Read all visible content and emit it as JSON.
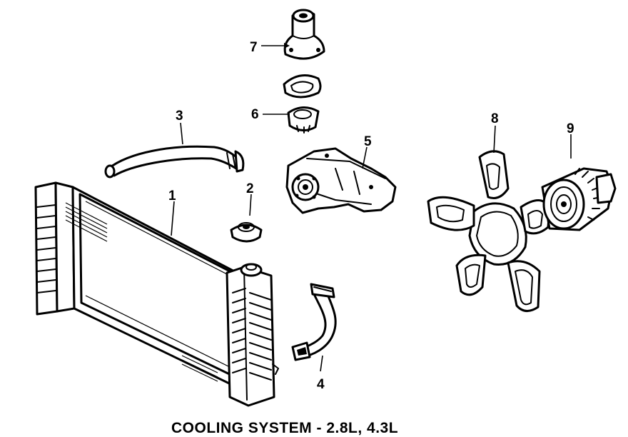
{
  "title": "COOLING SYSTEM - 2.8L, 4.3L",
  "callouts": [
    "1",
    "2",
    "3",
    "4",
    "5",
    "6",
    "7",
    "8",
    "9"
  ],
  "parts": [
    {
      "callout": "1",
      "icon": "radiator-icon"
    },
    {
      "callout": "2",
      "icon": "radiator-cap-icon"
    },
    {
      "callout": "3",
      "icon": "upper-hose-icon"
    },
    {
      "callout": "4",
      "icon": "lower-hose-icon"
    },
    {
      "callout": "5",
      "icon": "water-pump-icon"
    },
    {
      "callout": "6",
      "icon": "thermostat-icon"
    },
    {
      "callout": "7",
      "icon": "thermostat-housing-icon"
    },
    {
      "callout": "8",
      "icon": "fan-blade-icon"
    },
    {
      "callout": "9",
      "icon": "fan-clutch-icon"
    }
  ]
}
